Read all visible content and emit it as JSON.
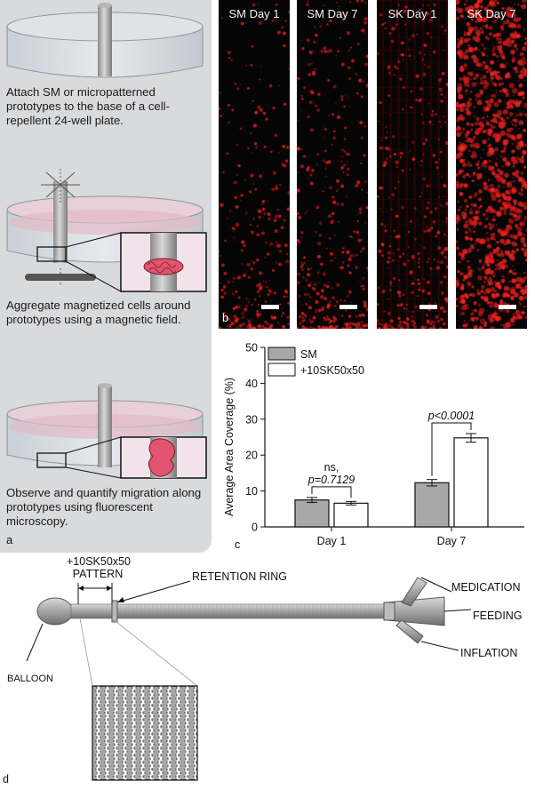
{
  "panel_a": {
    "steps": [
      "Attach SM or micropatterned prototypes to the base of a cell-repellent 24-well plate.",
      "Aggregate magnetized cells around prototypes using a magnetic field.",
      "Observe and quantify migration along prototypes using fluorescent microscopy."
    ],
    "letter": "a"
  },
  "panel_b": {
    "images": [
      "SM Day 1",
      "SM Day 7",
      "SK Day 1",
      "SK Day 7"
    ],
    "letter": "b"
  },
  "panel_c": {
    "letter": "c",
    "annotations": {
      "day1_ns": "ns,",
      "day1_p": "p=0.7129",
      "day7_p": "p<0.0001"
    }
  },
  "chart_data": {
    "type": "bar",
    "categories": [
      "Day 1",
      "Day 7"
    ],
    "series": [
      {
        "name": "SM",
        "values": [
          7.5,
          12.3
        ],
        "errors": [
          0.7,
          0.9
        ],
        "color": "#a8a8a8"
      },
      {
        "name": "+10SK50x50",
        "values": [
          6.6,
          24.8
        ],
        "errors": [
          0.5,
          1.2
        ],
        "color": "#ffffff"
      }
    ],
    "ylabel": "Average Area Coverage (%)",
    "ylim": [
      0,
      50
    ],
    "yticks": [
      0,
      10,
      20,
      30,
      40,
      50
    ],
    "legend": "top-left",
    "grid": false
  },
  "panel_d": {
    "letter": "d",
    "labels": {
      "pattern_line1": "+10SK50x50",
      "pattern_line2": "PATTERN",
      "retention_ring": "RETENTION RING",
      "medication": "MEDICATION",
      "feeding": "FEEDING",
      "inflation": "INFLATION",
      "balloon": "BALLOON"
    }
  }
}
